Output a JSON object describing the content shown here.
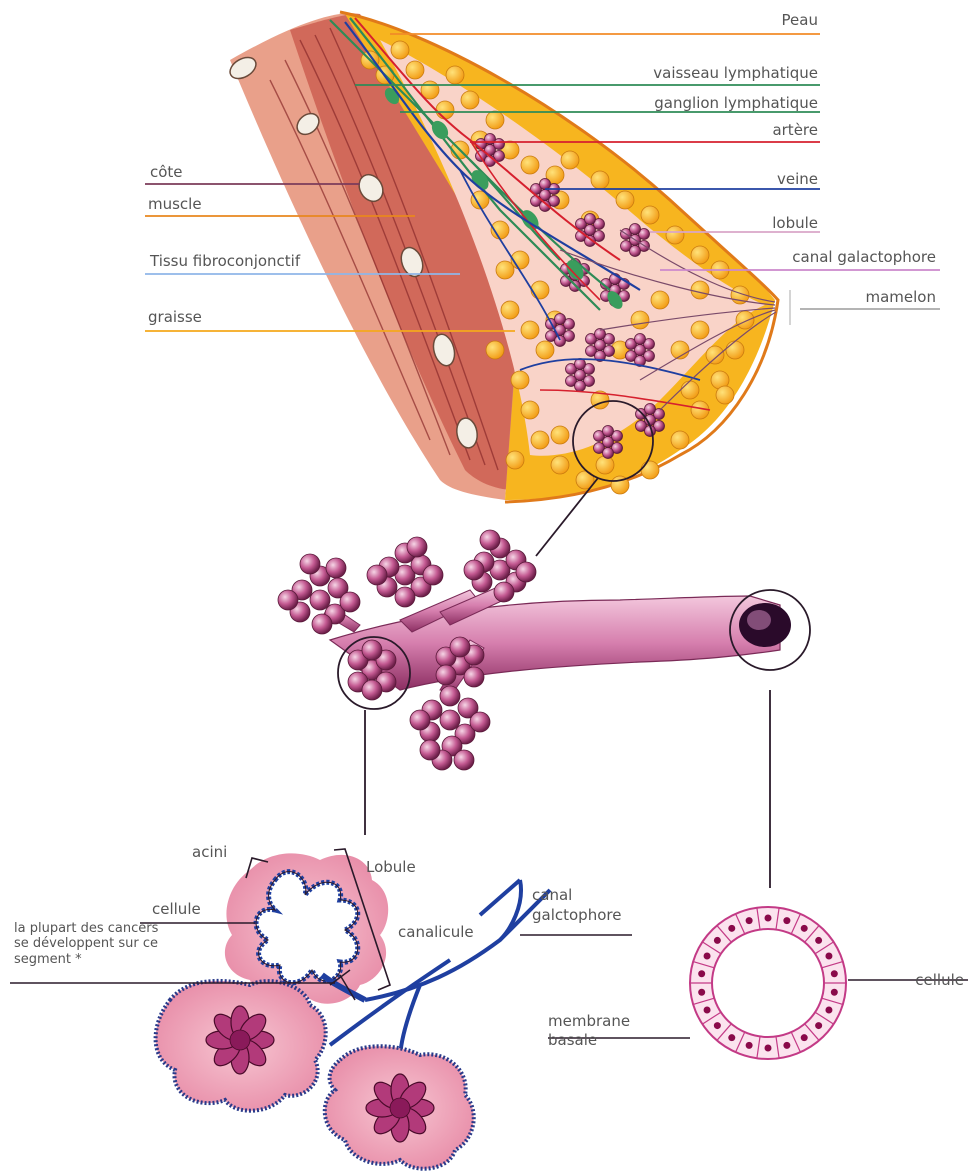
{
  "colors": {
    "skin": "#f28c28",
    "lymph": "#2e8b57",
    "artery": "#d6202e",
    "vein": "#1f3fa0",
    "lobule": "#d9a6c8",
    "galacto": "#cc88cc",
    "rib": "#7b3b5a",
    "muscle": "#e8871e",
    "fibro": "#8fb6e8",
    "fat": "#f4a81c",
    "nipple": "#aaaaaa",
    "tissue_pink": "#f1a9b8",
    "fat_yellow": "#f7b51f",
    "lobe_purple": "#b6467e",
    "outline": "#2a1a2a"
  },
  "labels": {
    "peau": "Peau",
    "vaisseau": "vaisseau lymphatique",
    "ganglion": "ganglion lymphatique",
    "artere": "artère",
    "veine": "veine",
    "lobule": "lobule",
    "canal_galactophore": "canal galactophore",
    "mamelon": "mamelon",
    "cote": "côte",
    "muscle": "muscle",
    "tissu": "Tissu fibroconjonctif",
    "graisse": "graisse",
    "acini": "acini",
    "lobule_big": "Lobule",
    "cellule_left": "cellule",
    "canalicule": "canalicule",
    "canal_galctophore_line1": "canal",
    "canal_galctophore_line2": "galctophore",
    "cancer_line1": "la plupart des cancers",
    "cancer_line2": "se développent sur ce",
    "cancer_line3": "segment  *",
    "cellule_right": "cellule",
    "membrane_line1": "membrane",
    "membrane_line2": "basale"
  }
}
